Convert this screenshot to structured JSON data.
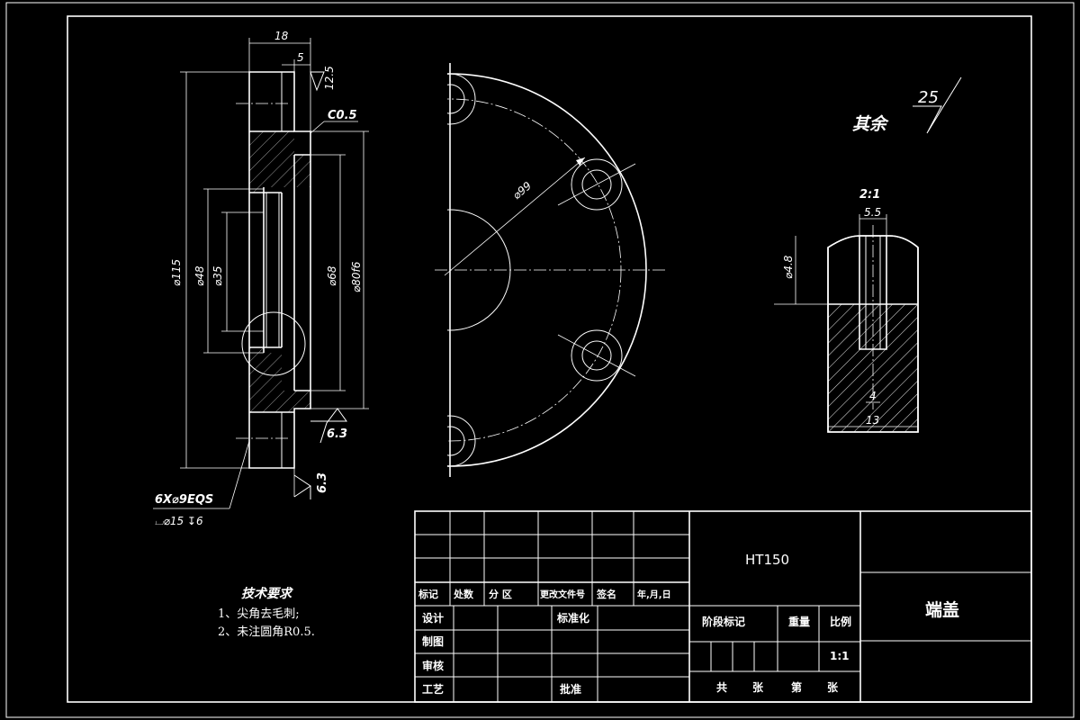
{
  "views": {
    "section": {
      "dim_18": "18",
      "dim_5": "5",
      "dim_12_5": "12.5",
      "chamfer": "C0.5",
      "dia_115": "⌀115",
      "dia_48": "⌀48",
      "dia_35": "⌀35",
      "dia_68": "⌀68",
      "dia_80f6": "⌀80f6",
      "rough_6_3_a": "6.3",
      "rough_6_3_b": "6.3",
      "hole_callout": "6X⌀9EQS",
      "hole_counterbore": "⌴⌀15 ↧6"
    },
    "plan": {
      "pcd": "⌀99"
    },
    "detail": {
      "scale": "2:1",
      "width_5_5": "5.5",
      "dia_4_8": "⌀4.8",
      "dim_4": "4",
      "dim_13": "13"
    }
  },
  "surface_finish": {
    "label": "其余",
    "value": "25"
  },
  "tech_requirements": {
    "title": "技术要求",
    "items": [
      "1、尖角去毛刺;",
      "2、未注圆角R0.5."
    ]
  },
  "title_block": {
    "material": "HT150",
    "part_name": "端盖",
    "headers": [
      "标记",
      "处数",
      "分 区",
      "更改文件号",
      "签名",
      "年,月,日"
    ],
    "roles": [
      "设计",
      "制图",
      "审核",
      "工艺"
    ],
    "standardize": "标准化",
    "approve": "批准",
    "stage_mark": "阶段标记",
    "weight": "重量",
    "ratio_label": "比例",
    "ratio_value": "1:1",
    "sheets": [
      "共",
      "张",
      "第",
      "张"
    ]
  }
}
